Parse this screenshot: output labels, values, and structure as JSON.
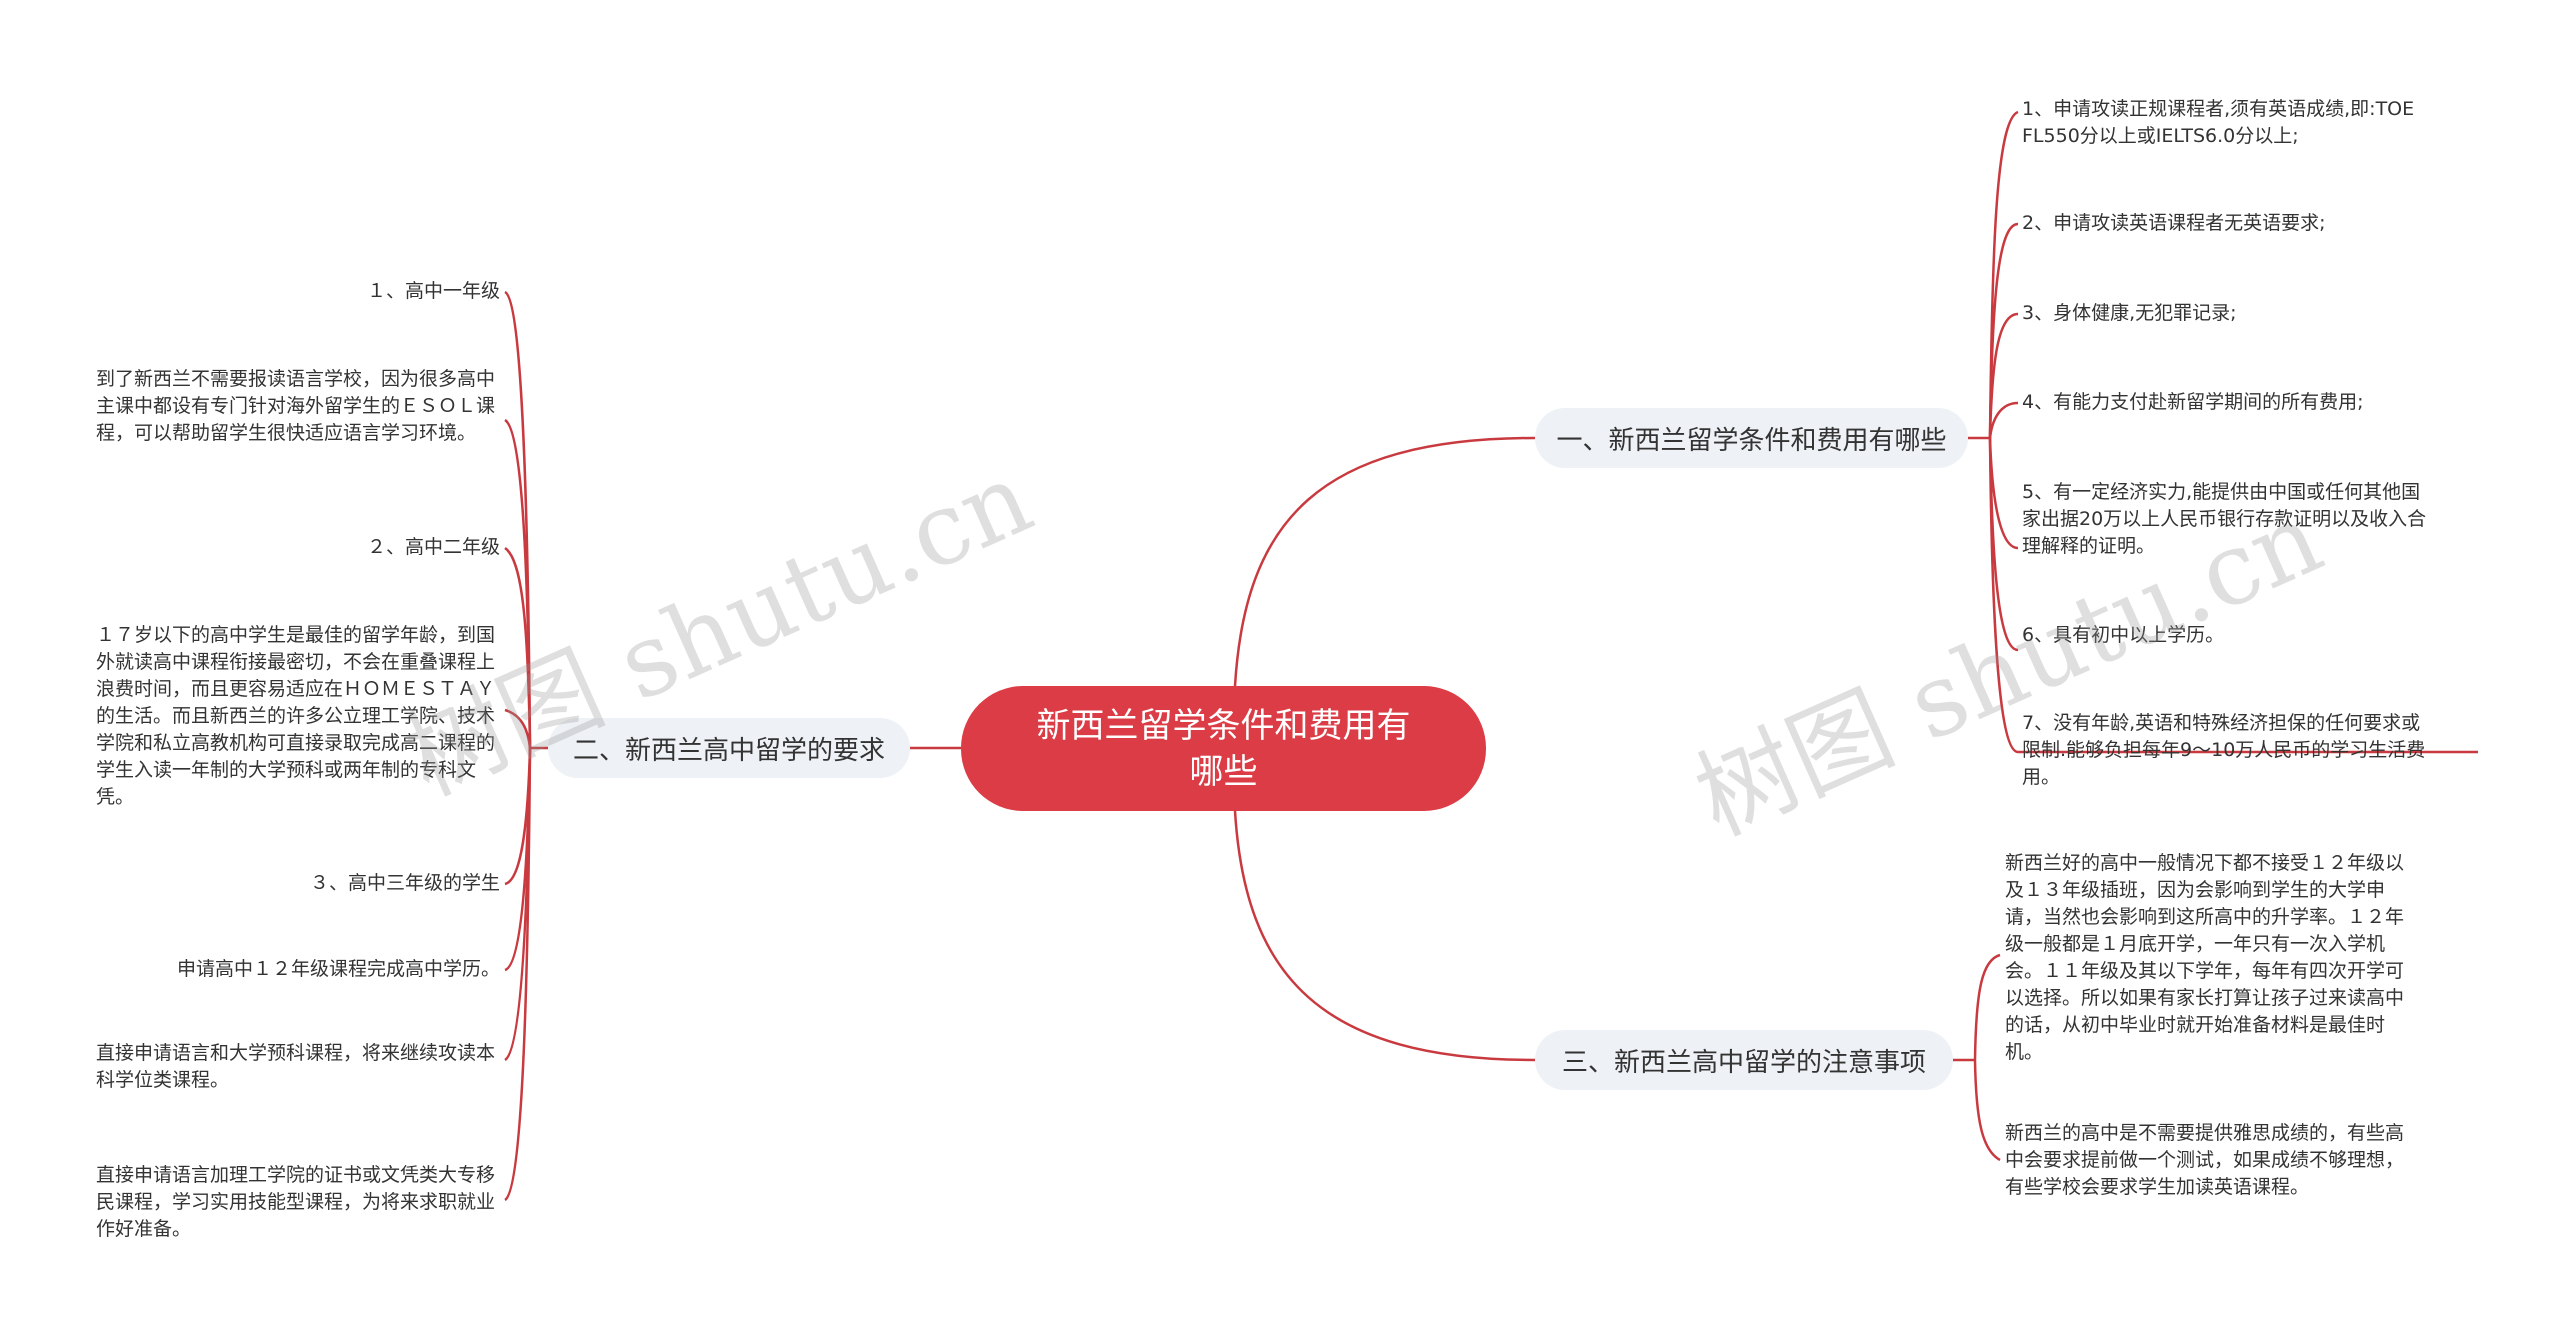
{
  "colors": {
    "root_fill": "#DC3C45",
    "branch_fill": "#EEF1F5",
    "line": "#C83A3F"
  },
  "root": {
    "label": "新西兰留学条件和费用有哪些"
  },
  "branches": {
    "b1": {
      "label": "一、新西兰留学条件和费用有哪些",
      "leaves": [
        "1、申请攻读正规课程者,须有英语成绩,即:TOEFL550分以上或IELTS6.0分以上;",
        "2、申请攻读英语课程者无英语要求;",
        "3、身体健康,无犯罪记录;",
        "4、有能力支付赴新留学期间的所有费用;",
        "5、有一定经济实力,能提供由中国或任何其他国家出据20万以上人民币银行存款证明以及收入合理解释的证明。",
        "6、具有初中以上学历。",
        "7、没有年龄,英语和特殊经济担保的任何要求或限制.能够负担每年9～10万人民币的学习生活费用。"
      ]
    },
    "b2": {
      "label": "二、新西兰高中留学的要求",
      "leaves": [
        "１、高中一年级",
        "到了新西兰不需要报读语言学校，因为很多高中主课中都设有专门针对海外留学生的ＥＳＯＬ课程，可以帮助留学生很快适应语言学习环境。",
        "２、高中二年级",
        "１７岁以下的高中学生是最佳的留学年龄，到国外就读高中课程衔接最密切，不会在重叠课程上浪费时间，而且更容易适应在ＨＯＭＥＳＴＡＹ的生活。而且新西兰的许多公立理工学院、技术学院和私立高教机构可直接录取完成高二课程的学生入读一年制的大学预科或两年制的专科文凭。",
        "３、高中三年级的学生",
        "申请高中１２年级课程完成高中学历。",
        "直接申请语言和大学预科课程，将来继续攻读本科学位类课程。",
        "直接申请语言加理工学院的证书或文凭类大专移民课程，学习实用技能型课程，为将来求职就业作好准备。"
      ]
    },
    "b3": {
      "label": "三、新西兰高中留学的注意事项",
      "leaves": [
        "新西兰好的高中一般情况下都不接受１２年级以及１３年级插班，因为会影响到学生的大学申请，当然也会影响到这所高中的升学率。１２年级一般都是１月底开学，一年只有一次入学机会。１１年级及其以下学年，每年有四次开学可以选择。所以如果有家长打算让孩子过来读高中的话，从初中毕业时就开始准备材料是最佳时机。",
        "新西兰的高中是不需要提供雅思成绩的，有些高中会要求提前做一个测试，如果成绩不够理想，有些学校会要求学生加读英语课程。"
      ]
    }
  },
  "watermarks": [
    "树图 shutu.cn",
    "树图 shutu.cn"
  ]
}
